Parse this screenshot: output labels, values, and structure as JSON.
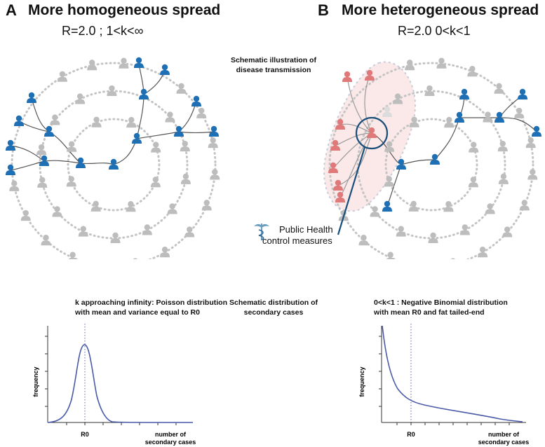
{
  "colors": {
    "infected": "#1f6fb5",
    "uninfected": "#bdbdbd",
    "cluster": "#e07a7a",
    "control": "#1a4f7a",
    "curve": "#4a5aa8"
  },
  "panel_a": {
    "letter": "A",
    "title": "More homogeneous spread",
    "params": "R=2.0 ; 1<k<∞",
    "dist_caption": [
      "k approaching infinity: Poisson distribution",
      "with mean and variance equal to R0"
    ]
  },
  "panel_b": {
    "letter": "B",
    "title": "More heterogeneous spread",
    "params": "R=2.0 0<k<1",
    "dist_caption": [
      "0<k<1 : Negative Binomial distribution",
      "with mean R0 and fat tailed-end"
    ],
    "control_label": [
      "Public Health",
      "control measures"
    ],
    "control_icon": "caduceus-icon"
  },
  "center_captions": {
    "transmission": [
      "Schematic illustration of",
      "disease transmission"
    ],
    "distribution": [
      "Schematic distribution of",
      "secondary cases"
    ]
  },
  "chart_data": [
    {
      "type": "line",
      "ylabel": "frequency",
      "xlabel": "number of secondary cases",
      "xtick": "R0",
      "shape": "poisson-peak"
    },
    {
      "type": "line",
      "ylabel": "frequency",
      "xlabel": "number of secondary cases",
      "xtick": "R0",
      "shape": "negative-binomial-fat-tail"
    }
  ]
}
